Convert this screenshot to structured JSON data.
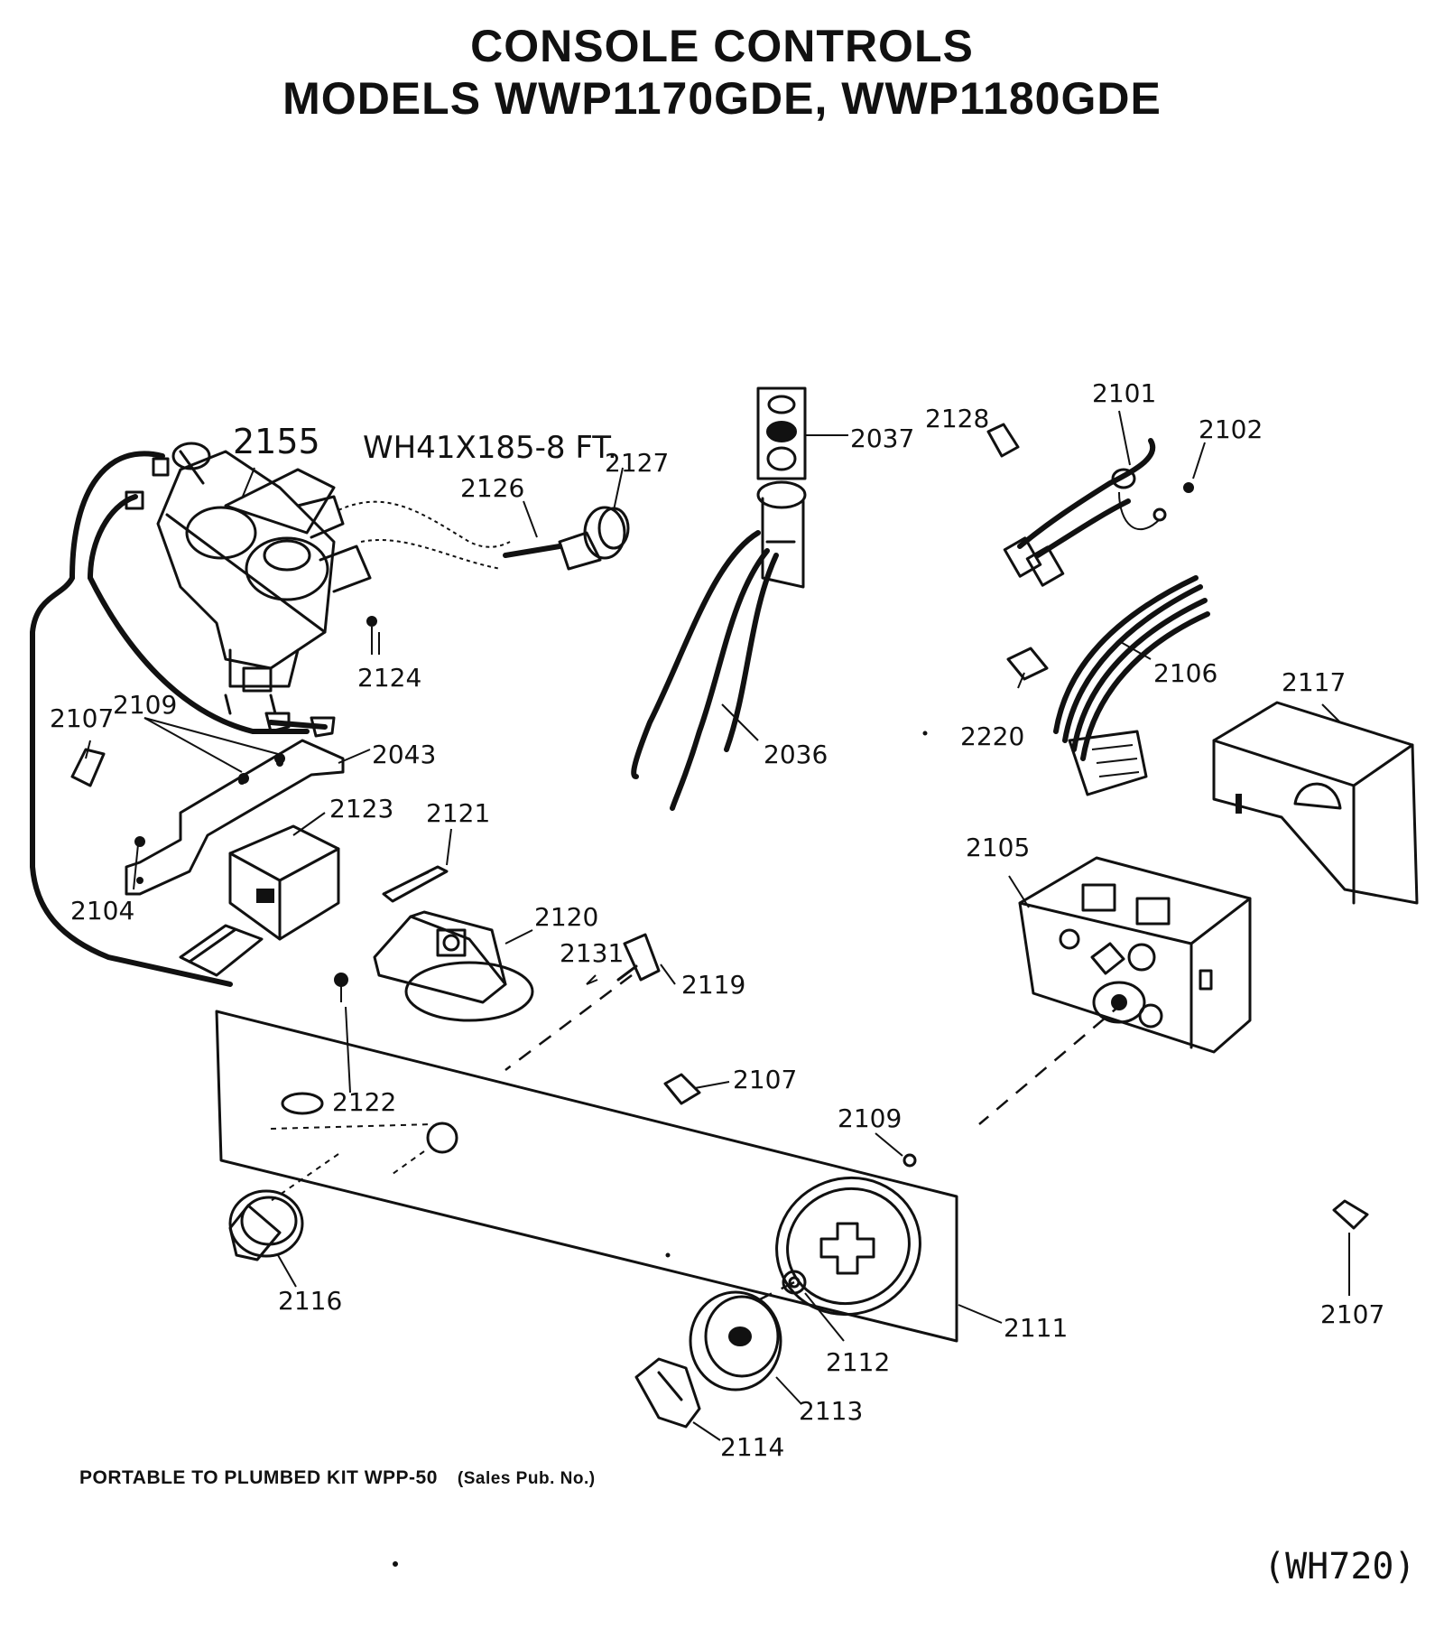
{
  "header": {
    "title_line1": "CONSOLE CONTROLS",
    "title_line2": "MODELS WWP1170GDE, WWP1180GDE"
  },
  "footer": {
    "kit_note": "PORTABLE TO PLUMBED KIT WPP-50",
    "pub_note": "(Sales Pub. No.)",
    "diagram_code": "(WH720)"
  },
  "callouts": {
    "p2155": "2155",
    "hose_note": "WH41X185-8 FT.",
    "p2126": "2126",
    "p2127": "2127",
    "p2037": "2037",
    "p2128": "2128",
    "p2101": "2101",
    "p2102": "2102",
    "p2124": "2124",
    "p2106": "2106",
    "p2220": "2220",
    "p2117": "2117",
    "p2036": "2036",
    "p2107a": "2107",
    "p2109a": "2109",
    "p2043": "2043",
    "p2123": "2123",
    "p2121": "2121",
    "p2104": "2104",
    "p2105": "2105",
    "p2120": "2120",
    "p2131": "2131",
    "p2119": "2119",
    "p2107b": "2107",
    "p2122": "2122",
    "p2109b": "2109",
    "p2116": "2116",
    "p2112": "2112",
    "p2111": "2111",
    "p2107c": "2107",
    "p2113": "2113",
    "p2114": "2114"
  }
}
